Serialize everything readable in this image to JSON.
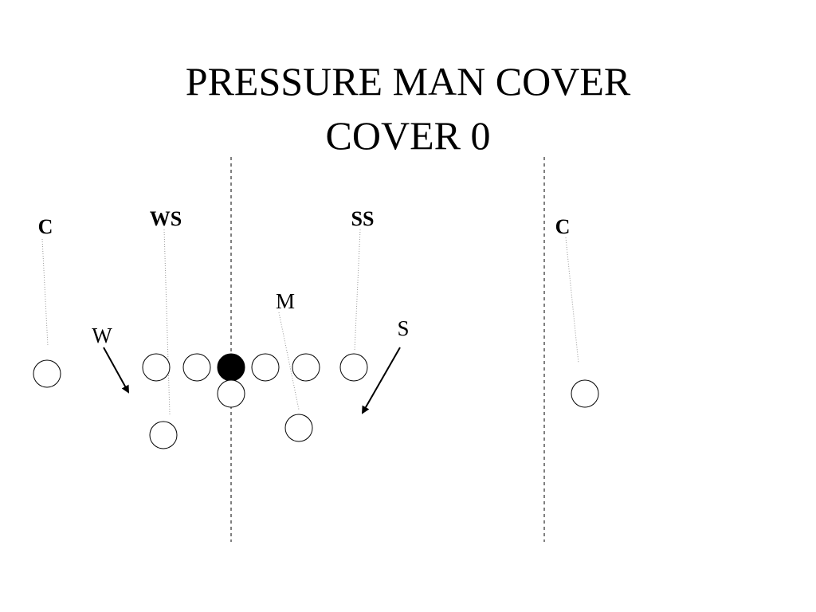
{
  "slide": {
    "title_line1": "PRESSURE MAN COVER",
    "title_line2": "COVER 0"
  },
  "defenders": {
    "left_corner": "C",
    "weak_safety": "WS",
    "strong_safety": "SS",
    "right_corner": "C",
    "mike": "M",
    "will": "W",
    "sam": "S"
  },
  "colors": {
    "ink": "#000000",
    "assignment_line": "#999999",
    "background": "#ffffff"
  }
}
